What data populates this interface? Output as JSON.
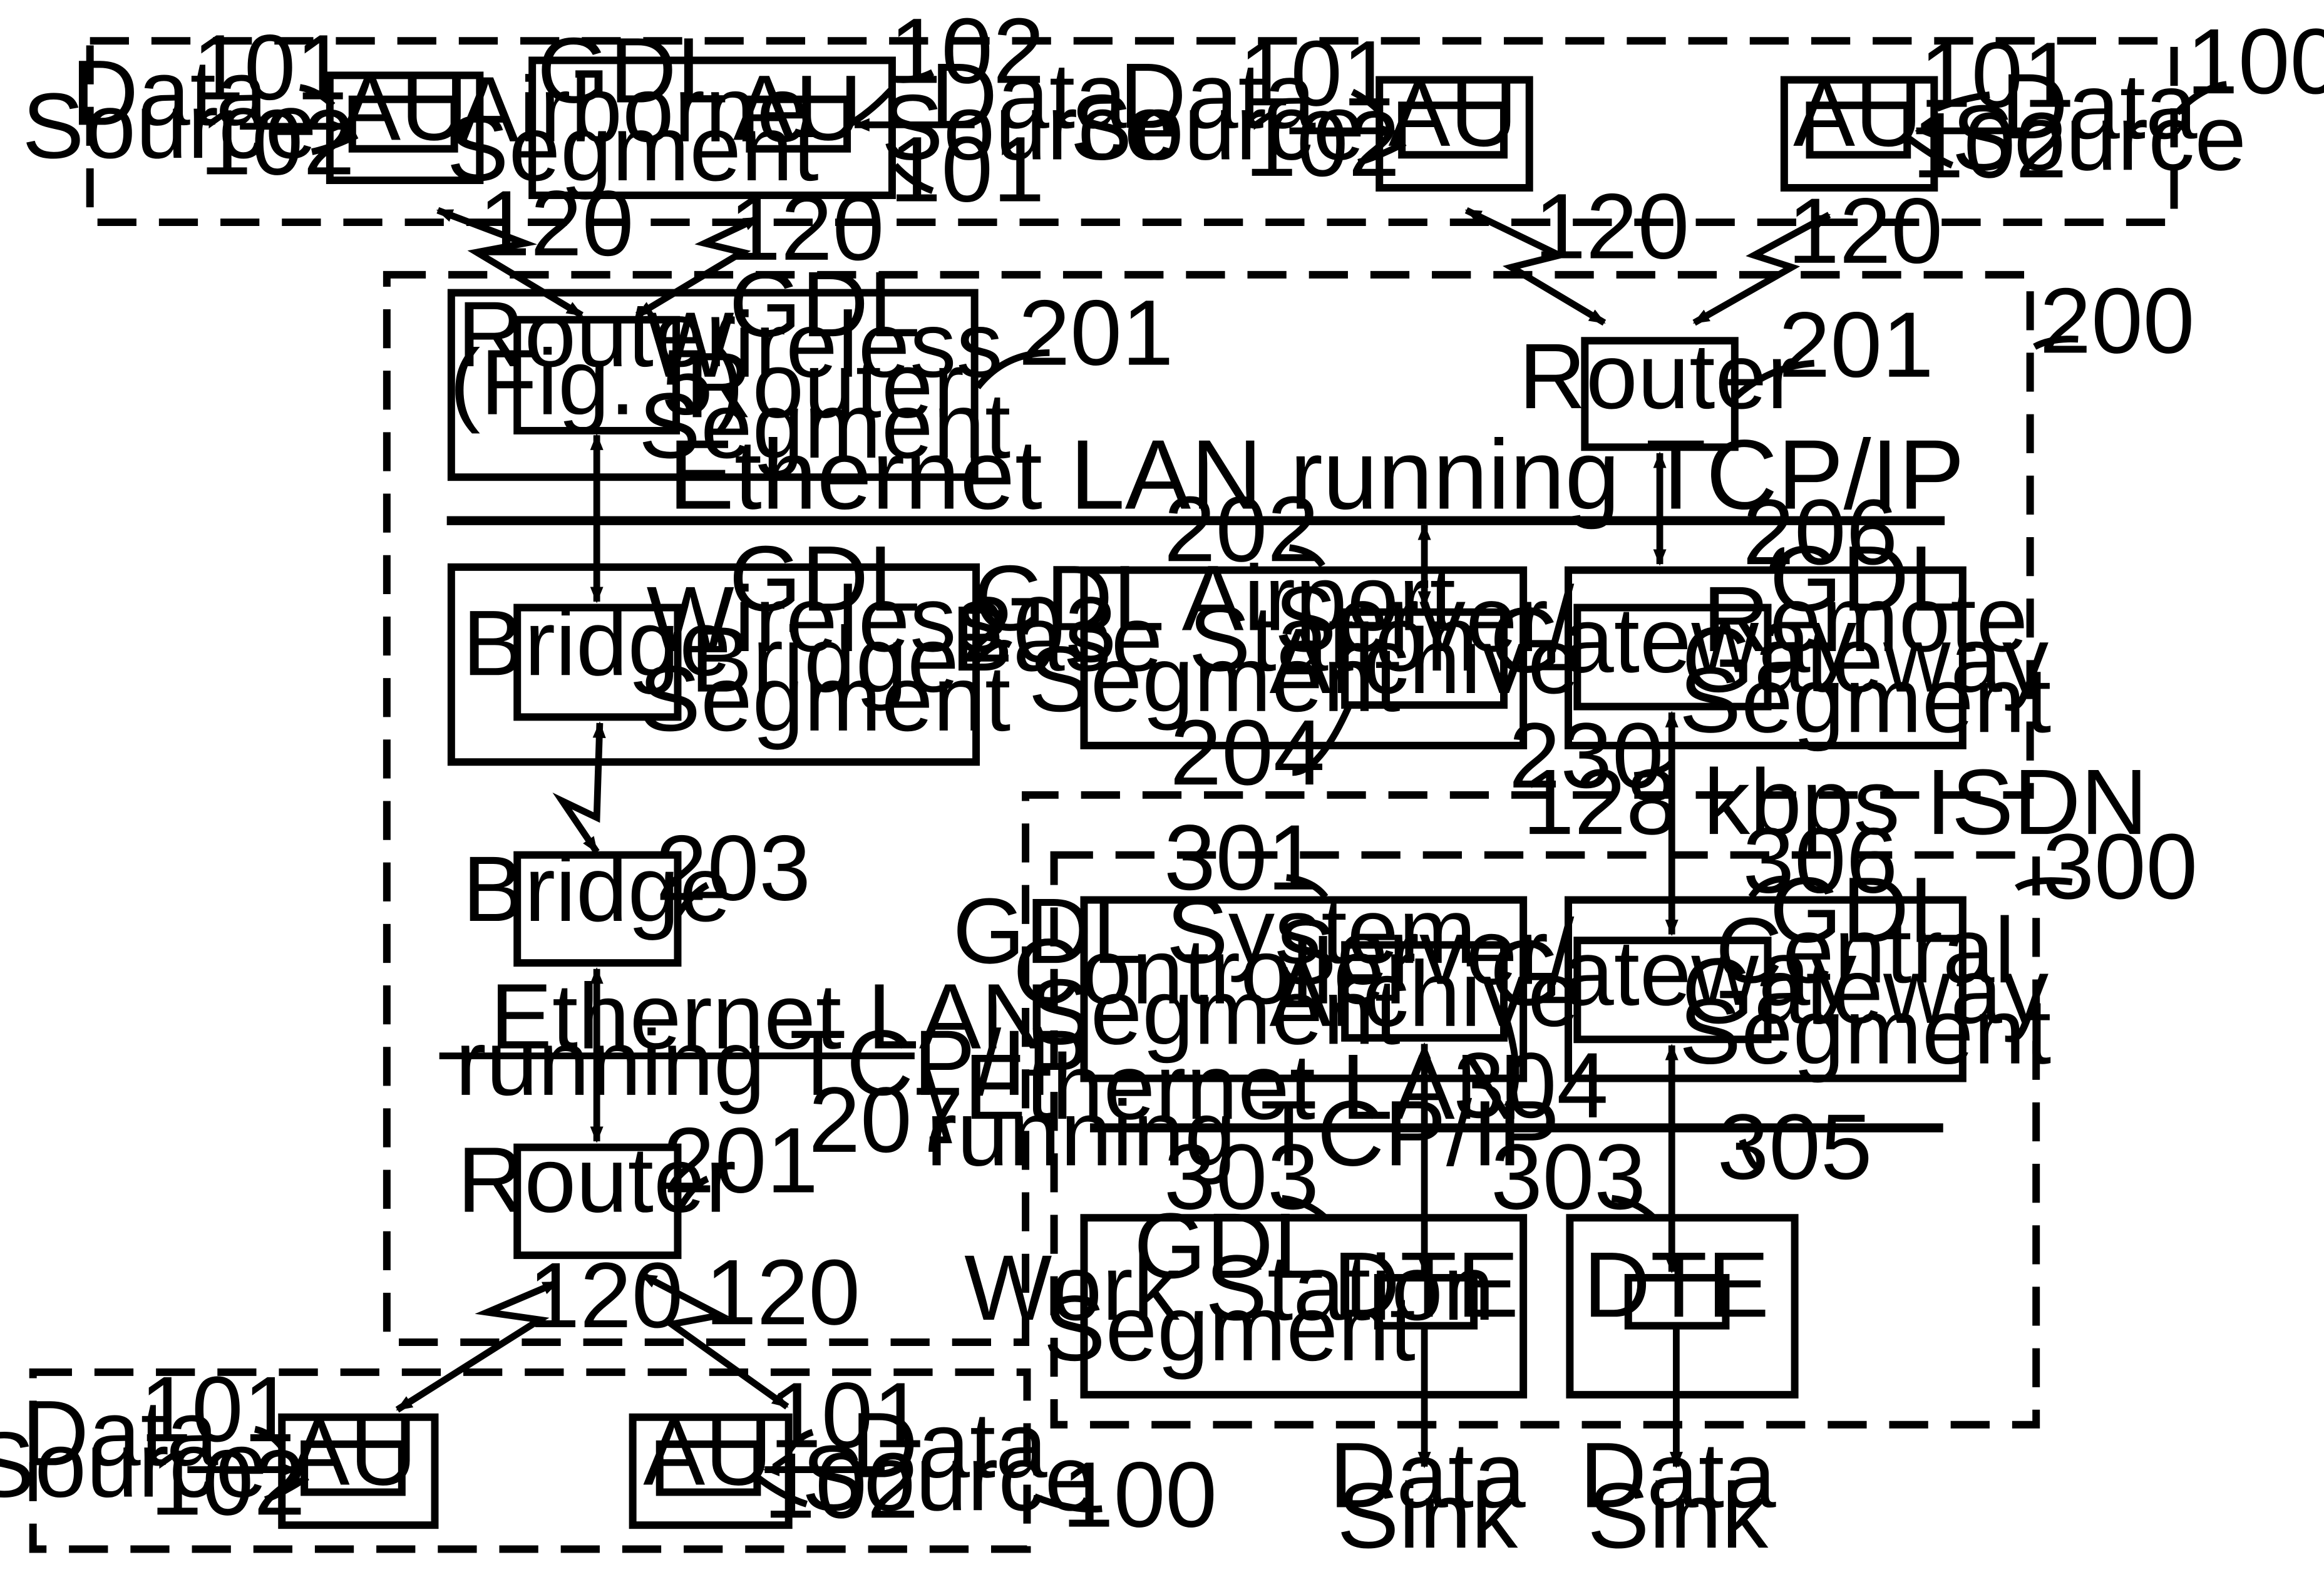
{
  "labels": {
    "data_source_1": "Data",
    "data_source_2": "Source",
    "data_sink_1": "Data",
    "data_sink_2": "Sink",
    "au": "AU",
    "router": "Router",
    "router_fig_1": "Router",
    "router_fig_2": "(Fig. 5)",
    "bridge": "Bridge",
    "gateway": "Gateway",
    "server_1": "Server/",
    "server_2": "Archive",
    "dte": "DTE",
    "isdn": "128 kbps ISDN"
  },
  "segments": {
    "airborne": [
      "GDL",
      "Airborne",
      "Segment"
    ],
    "wireless_router": [
      "GDL",
      "Wireless",
      "Router",
      "Segment"
    ],
    "wireless_bridge": [
      "GDL",
      "Wireless",
      "Bridge",
      "Segment"
    ],
    "airport_base": [
      "GDL Airport",
      "Base Station",
      "Segment"
    ],
    "remote_gateway": [
      "GDL",
      "Remote",
      "Gateway",
      "Segment"
    ],
    "system_controller": [
      "GDL System",
      "Controller",
      "Segment"
    ],
    "central_gateway": [
      "GDL",
      "Central",
      "Gateway",
      "Segment"
    ],
    "work_station": [
      "GDL",
      "Work Station",
      "Segment"
    ]
  },
  "lans": {
    "main": "Ethernet LAN running TCP/IP",
    "bridge_1": "Ethernet LAN",
    "bridge_2": "running TCP/IP",
    "central_1": "Ethernet LAN",
    "central_2": "running TCP/IP"
  },
  "refs": {
    "r100": "100",
    "r101": "101",
    "r102": "102",
    "r120": "120",
    "r200": "200",
    "r201": "201",
    "r202": "202",
    "r203": "203",
    "r204": "204",
    "r206": "206",
    "r207": "207",
    "r230": "230",
    "r300": "300",
    "r301": "301",
    "r303": "303",
    "r304": "304",
    "r305": "305",
    "r306": "306"
  }
}
